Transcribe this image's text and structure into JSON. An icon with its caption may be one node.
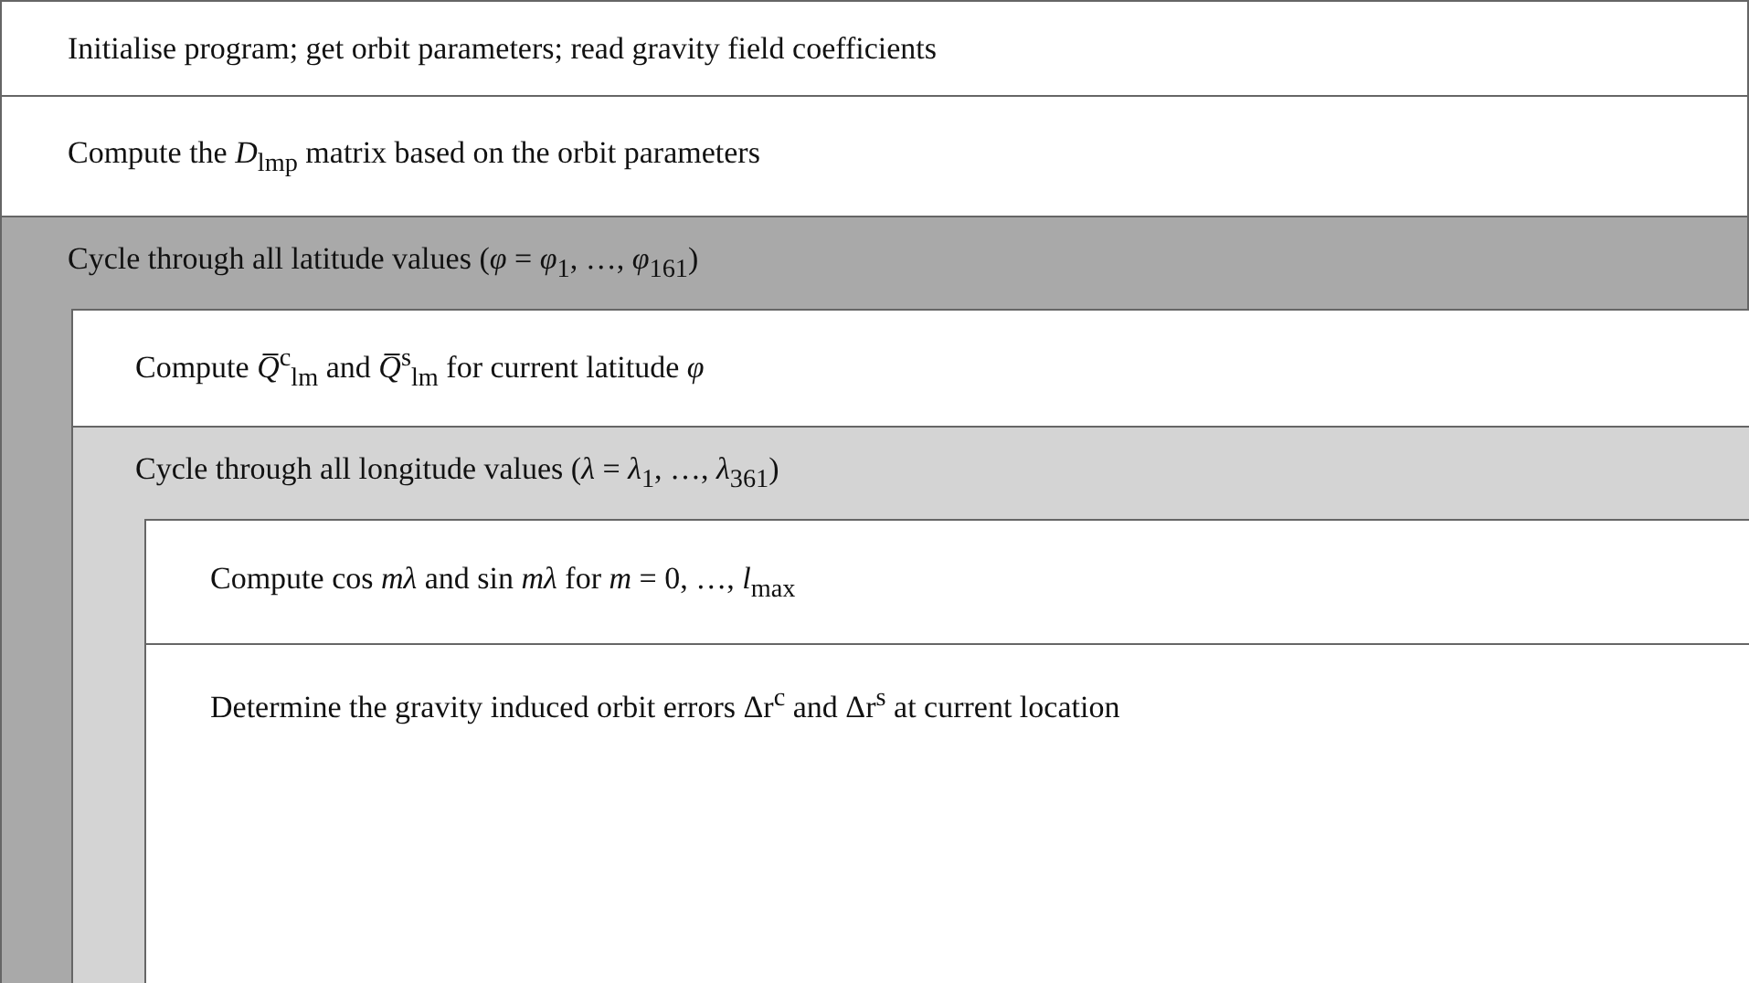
{
  "diagram": {
    "nodes": [
      {
        "text": [
          "Initialise program; get orbit parameters; read gravity field coefficients"
        ]
      },
      {
        "text": [
          "Compute the *D*$_{lmp}$ matrix based on the orbit parameters"
        ]
      },
      {
        "text": [
          "Cycle through all latitude values (*φ* = *φ*$_{1}$, …, *φ*$_{161}$)"
        ]
      },
      {
        "text": [
          "Compute *Q̅*$^{c}$$_{lm}$ and *Q̅*$^{s}$$_{lm}$ for current latitude *φ*"
        ],
        "in": 2
      },
      {
        "text": [
          "Cycle through all longitude values (*λ* = *λ*$_{1}$, …, *λ*$_{361}$)"
        ],
        "in": 2
      },
      {
        "text": [
          "Compute cos *mλ* and sin *mλ* for *m* = 0, …, *l*$_{max}$"
        ],
        "in": 4
      },
      {
        "text": [
          "Determine the gravity induced orbit errors Δr$^{c}$ and Δr$^{s}$ at current location"
        ],
        "in": 4
      }
    ]
  }
}
